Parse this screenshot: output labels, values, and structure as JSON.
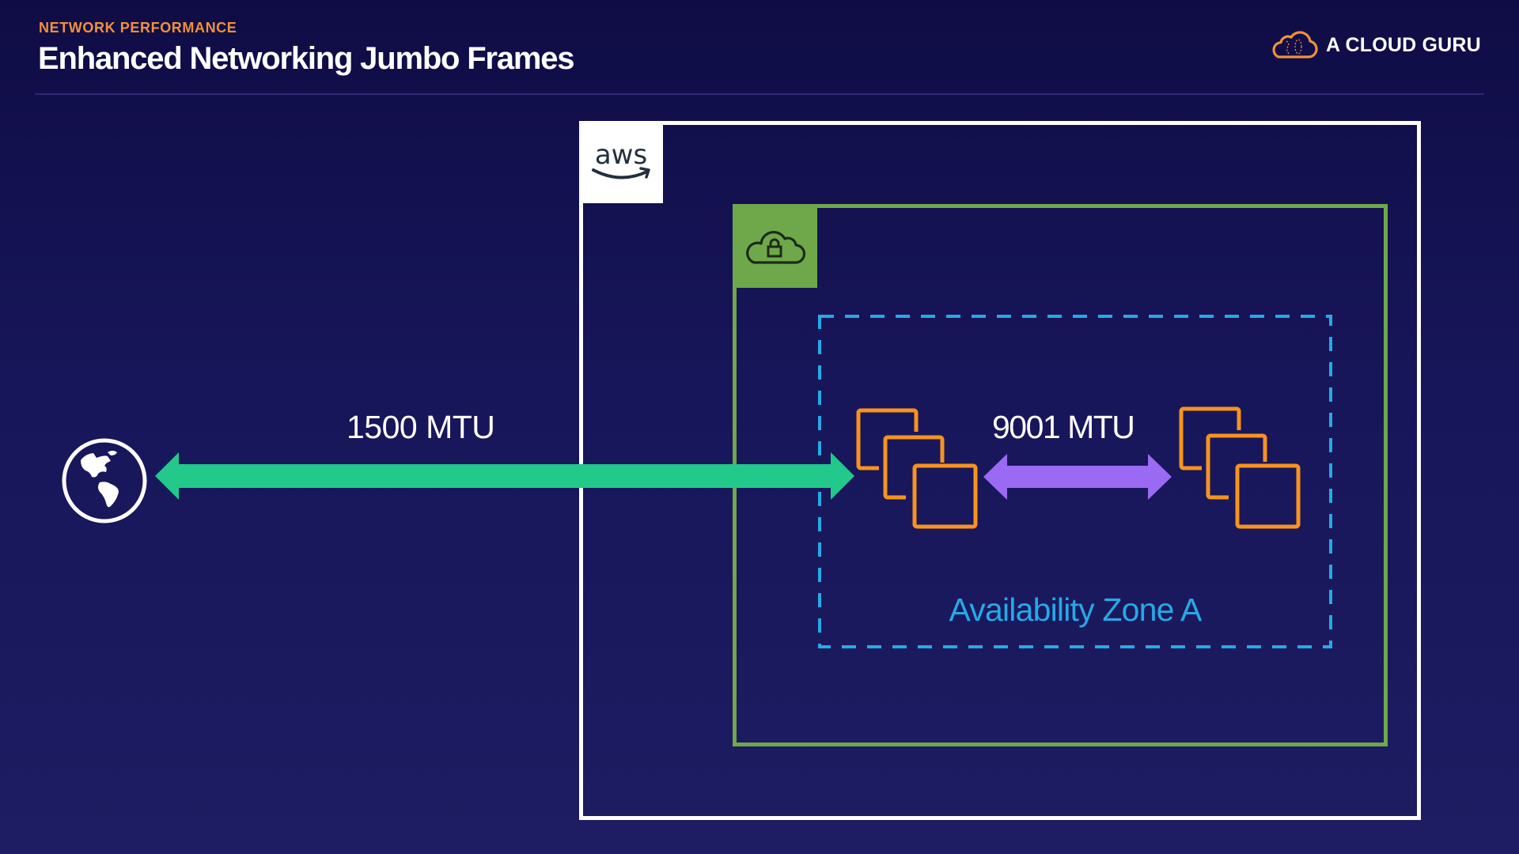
{
  "header": {
    "kicker": "NETWORK PERFORMANCE",
    "title": "Enhanced Networking Jumbo Frames"
  },
  "brand": {
    "name": "A CLOUD GURU",
    "icon": "cloud-logo-icon"
  },
  "diagram": {
    "aws_cloud": {
      "logo_text": "aws",
      "icon": "aws-logo-icon"
    },
    "vpc": {
      "icon": "vpc-cloud-lock-icon"
    },
    "availability_zone": {
      "label": "Availability Zone A"
    },
    "internet": {
      "icon": "globe-icon"
    },
    "links": [
      {
        "label": "1500 MTU",
        "from": "internet",
        "to": "instances-left",
        "direction": "bidirectional"
      },
      {
        "label": "9001 MTU",
        "from": "instances-left",
        "to": "instances-right",
        "direction": "bidirectional"
      }
    ],
    "instance_groups": [
      {
        "id": "instances-left",
        "icon": "ec2-instances-icon"
      },
      {
        "id": "instances-right",
        "icon": "ec2-instances-icon"
      }
    ]
  },
  "colors": {
    "background": "#17165a",
    "accent_orange": "#f0913a",
    "aws_border": "#ffffff",
    "vpc_green": "#6fa84a",
    "az_blue": "#27a9e6",
    "link_green": "#22c98a",
    "link_purple": "#9b6af2",
    "instance_orange": "#f7931e"
  }
}
